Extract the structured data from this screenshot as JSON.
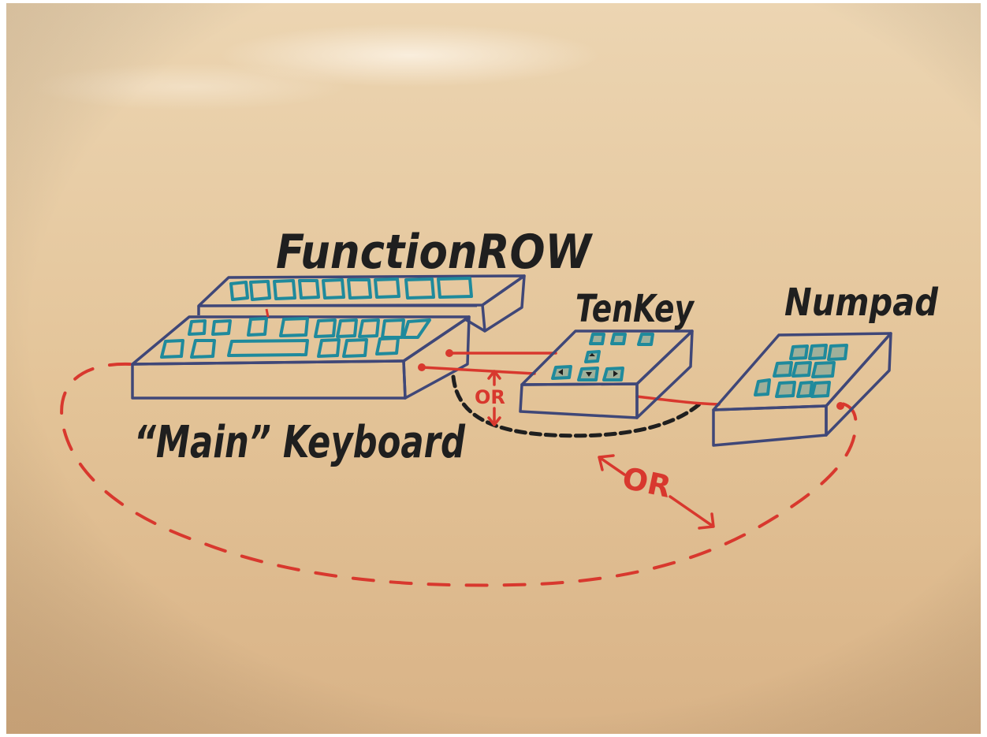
{
  "colors": {
    "board_light": "#eed9b8",
    "board_mid": "#e2c196",
    "board_dark": "#d8b184",
    "ink_black": "#1f1f1f",
    "ink_navy": "#3f4778",
    "ink_teal": "#1f8a9c",
    "ink_red": "#d8382e"
  },
  "labels": {
    "function_row": "FunctionROW",
    "tenkey": "TenKey",
    "numpad": "Numpad",
    "main_keyboard": "“Main” Keyboard",
    "or_vertical": "OR",
    "or_bottom": "OR"
  },
  "components": [
    {
      "id": "function-row",
      "name": "FunctionROW",
      "key_count": 9
    },
    {
      "id": "main-keyboard",
      "name": "“Main” Keyboard"
    },
    {
      "id": "tenkey",
      "name": "TenKey"
    },
    {
      "id": "numpad",
      "name": "Numpad"
    }
  ],
  "connections": [
    {
      "from": "main-keyboard",
      "to": "tenkey",
      "style": "solid",
      "color": "red"
    },
    {
      "from": "tenkey",
      "to": "numpad",
      "style": "solid",
      "color": "red"
    },
    {
      "from": "main-keyboard",
      "to": "numpad",
      "style": "dashed",
      "color": "red"
    },
    {
      "from": "main-keyboard",
      "to": "numpad",
      "style": "dashed",
      "color": "black"
    }
  ]
}
